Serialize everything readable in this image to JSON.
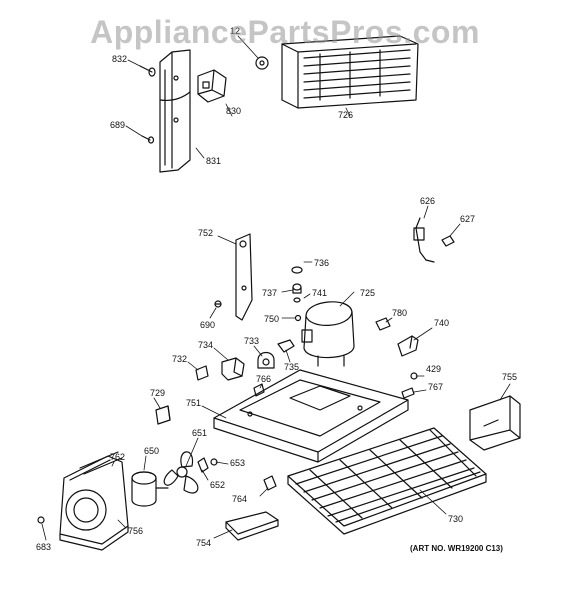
{
  "watermark": "AppliancePartsPros.com",
  "art_number": "(ART NO. WR19200 C13)",
  "colors": {
    "ink": "#111111",
    "watermark": "#969696"
  },
  "parts": {
    "p832": "832",
    "p12": "12",
    "p689": "689",
    "p830": "830",
    "p831": "831",
    "p726": "726",
    "p626": "626",
    "p627": "627",
    "p752": "752",
    "p736": "736",
    "p737": "737",
    "p741": "741",
    "p725": "725",
    "p750": "750",
    "p690": "690",
    "p780": "780",
    "p740": "740",
    "p734": "734",
    "p733": "733",
    "p732": "732",
    "p735": "735",
    "p766": "766",
    "p429": "429",
    "p767": "767",
    "p755": "755",
    "p729": "729",
    "p751": "751",
    "p651": "651",
    "p762": "762",
    "p650": "650",
    "p653": "653",
    "p652": "652",
    "p764": "764",
    "p730": "730",
    "p756": "756",
    "p683": "683",
    "p754": "754"
  }
}
